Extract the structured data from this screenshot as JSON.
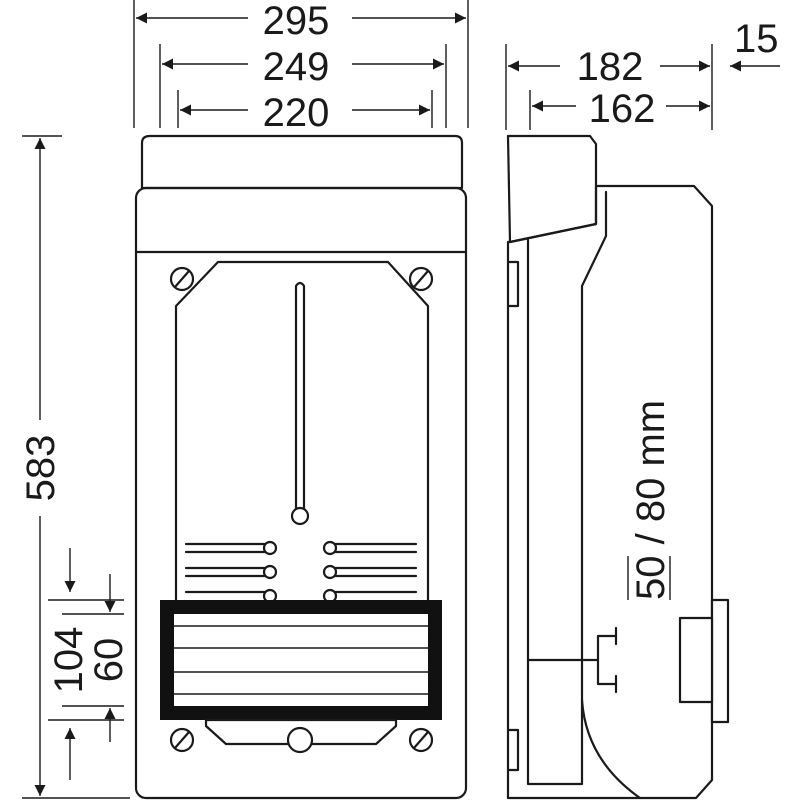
{
  "dimensions": {
    "width_outer": "295",
    "width_middle": "249",
    "width_inner": "220",
    "depth_total": "182",
    "depth_body": "162",
    "lid_offset": "15",
    "height_total": "583",
    "bottom_104": "104",
    "bottom_60": "60"
  },
  "side_label": {
    "overlined": "50",
    "rest": " / 80 mm"
  }
}
